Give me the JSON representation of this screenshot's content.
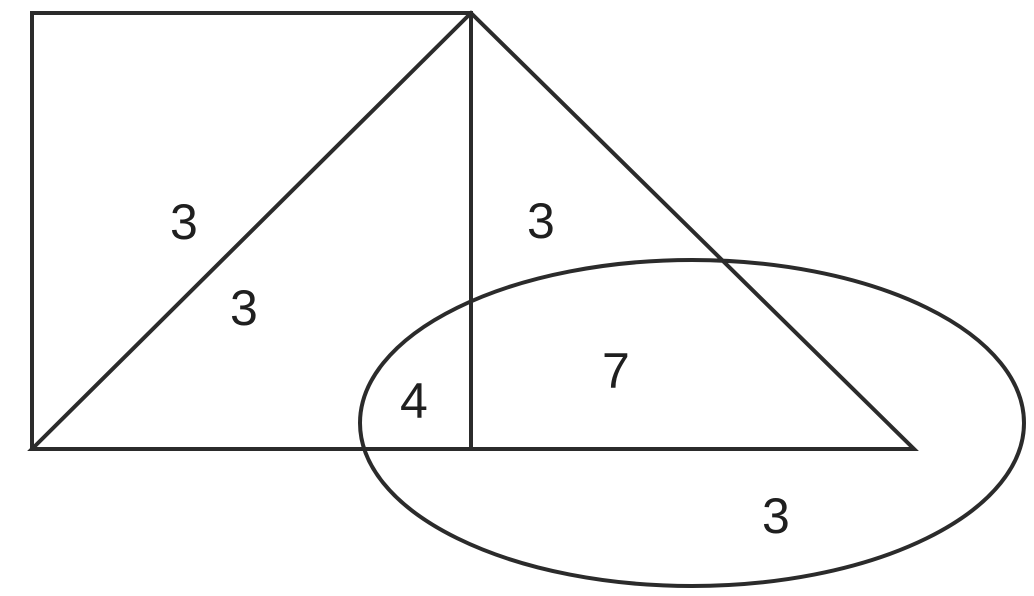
{
  "labels": {
    "square_left": "3",
    "big_triangle_left": "3",
    "triangle_right_upper": "3",
    "left_triangle_ellipse": "4",
    "right_triangle_ellipse": "7",
    "ellipse_only": "3"
  }
}
